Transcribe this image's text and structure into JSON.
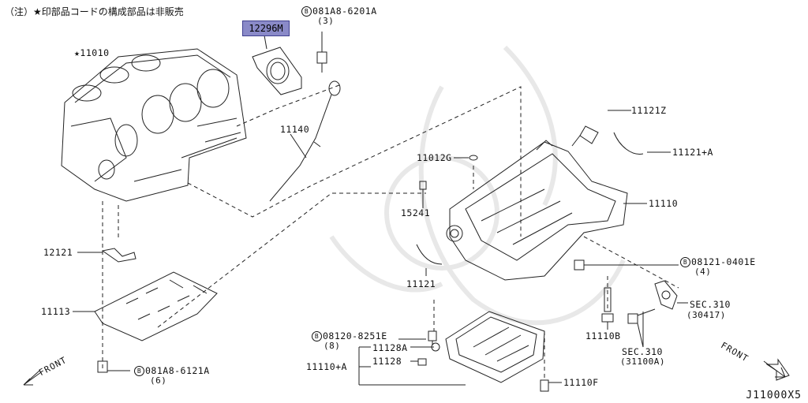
{
  "note": "（注）★印部品コードの構成部品は非販売",
  "diagram_code": "J11000X5",
  "front_left": "FRONT",
  "front_right": "FRONT",
  "parts": {
    "p12296M": "12296M",
    "p11010": "★11010",
    "b081A8_6201A": "081A8-6201A",
    "b081A8_6201A_qty": "(3)",
    "p11140": "11140",
    "p11121Z": "11121Z",
    "p11121A": "11121+A",
    "p11012G": "11012G",
    "p15241": "15241",
    "p11110": "11110",
    "p12121": "12121",
    "p11121": "11121",
    "b08121_0401E": "08121-0401E",
    "b08121_0401E_qty": "(4)",
    "sec310a": "SEC.310",
    "sec310a_sub": "(30417)",
    "p11113": "11113",
    "b08120_8251E": "08120-8251E",
    "b08120_8251E_qty": "(8)",
    "p11128A": "11128A",
    "p11110A": "11110+A",
    "p11128": "11128",
    "p11110B": "11110B",
    "sec310b": "SEC.310",
    "sec310b_sub": "(31100A)",
    "b081A8_6121A": "081A8-6121A",
    "b081A8_6121A_qty": "(6)",
    "p11110F": "11110F"
  },
  "bolt_marker": "B"
}
